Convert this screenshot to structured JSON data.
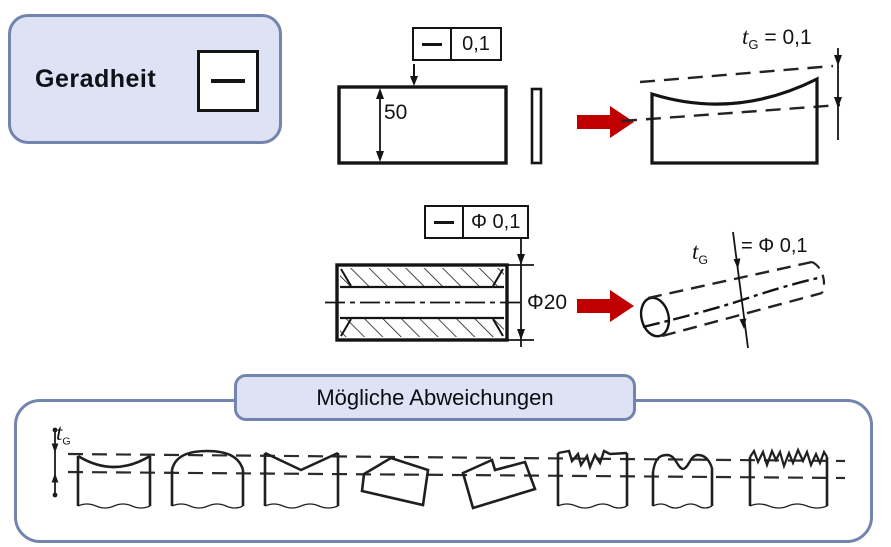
{
  "badge": {
    "label": "Geradheit",
    "symbol": "straightness"
  },
  "figure_plate": {
    "frame": {
      "symbol": "straightness",
      "tolerance": "0,1"
    },
    "height_dim": "50",
    "result": {
      "t": "t",
      "sub": "G",
      "eq": " = 0,1"
    }
  },
  "figure_shaft": {
    "frame": {
      "symbol": "straightness",
      "tolerance": "Φ 0,1"
    },
    "diameter_dim": "Φ20",
    "result": {
      "t": "t",
      "sub": "G",
      "eq": "= Φ 0,1"
    }
  },
  "deviations": {
    "title": "Mögliche Abweichungen",
    "zone": {
      "t": "t",
      "sub": "G"
    },
    "profiles": [
      "concave",
      "convex",
      "v-notch",
      "tilted",
      "tilted-notch",
      "jagged-notch",
      "wave-humps",
      "rough-zigzag"
    ]
  },
  "colors": {
    "accent_fill": "#dde3f4",
    "accent_border": "#7485ad",
    "arrow_red": "#c00000",
    "ink": "#1c1c1c"
  }
}
